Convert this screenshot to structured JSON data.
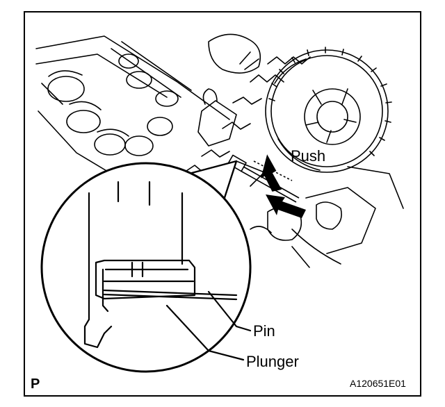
{
  "labels": {
    "push": "Push",
    "pin": "Pin",
    "plunger": "Plunger",
    "corner": "P",
    "figure_id": "A120651E01"
  },
  "icons": {
    "push_arrow": "arrow-up-icon",
    "insert_arrow": "arrow-diagonal-icon"
  },
  "colors": {
    "ink": "#000000",
    "paper": "#ffffff"
  }
}
